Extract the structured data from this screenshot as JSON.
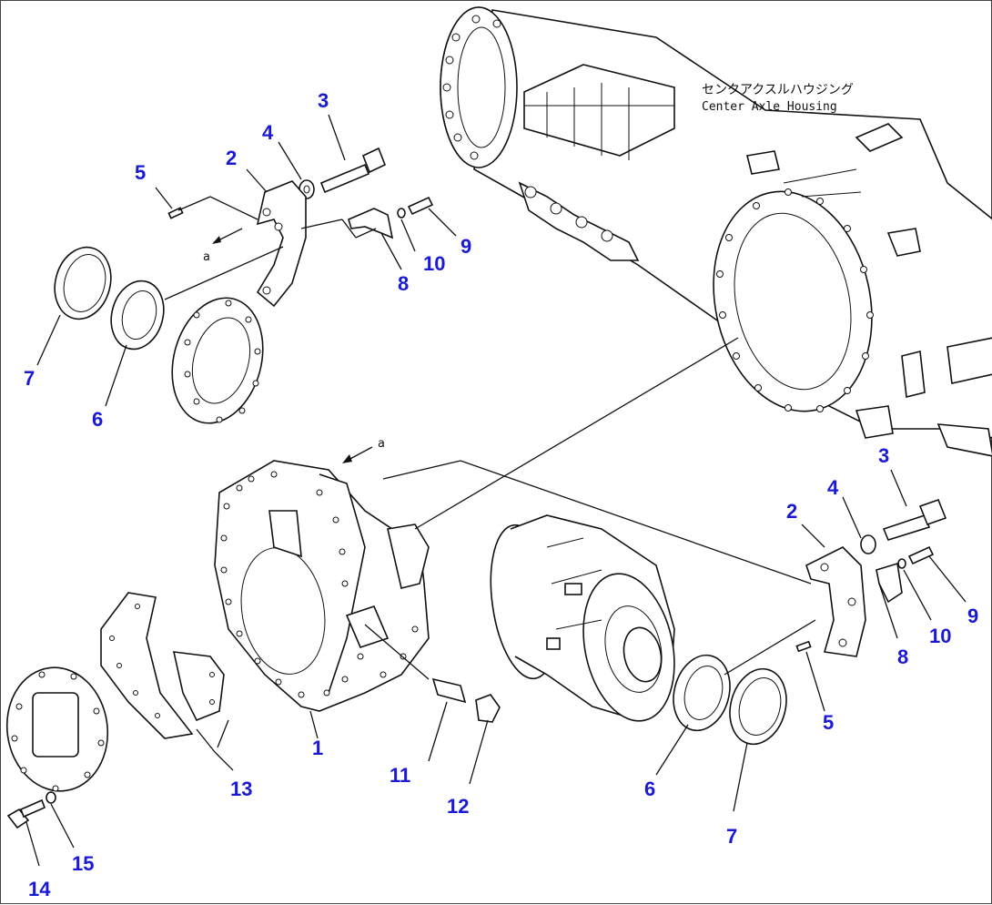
{
  "housing_label": {
    "japanese": "センタアクスルハウジング",
    "english": "Center Axle Housing"
  },
  "reference_marks": [
    "a",
    "a"
  ],
  "callouts_upper": [
    "3",
    "4",
    "5",
    "2",
    "9",
    "10",
    "8",
    "7",
    "6"
  ],
  "callouts_lower": [
    "1",
    "11",
    "12",
    "13",
    "14",
    "15",
    "6",
    "7"
  ],
  "callouts_right": [
    "3",
    "4",
    "2",
    "9",
    "10",
    "8",
    "5"
  ],
  "colors": {
    "callout": "#1a1ad6",
    "line": "#111111",
    "background": "#ffffff"
  }
}
